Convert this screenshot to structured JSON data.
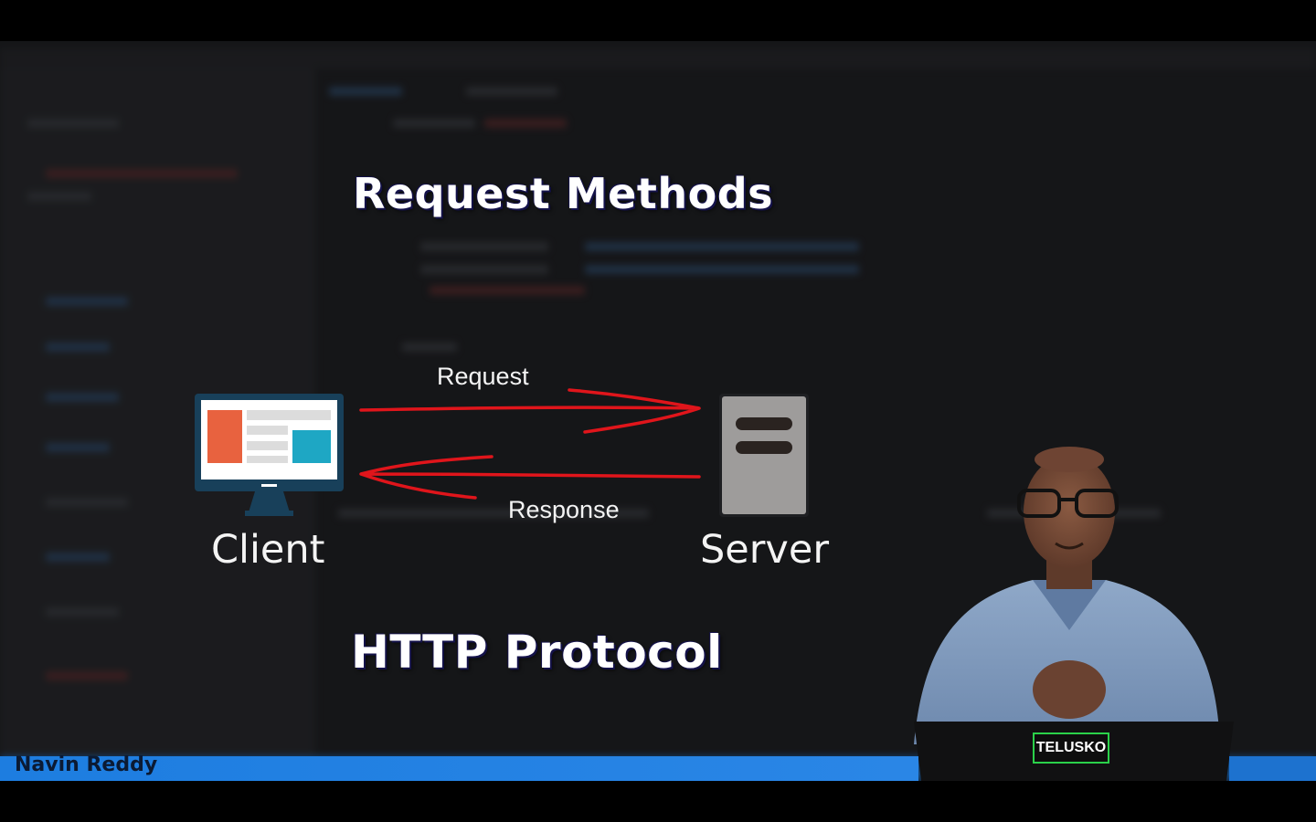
{
  "slide": {
    "title": "Request Methods",
    "subtitle": "HTTP Protocol"
  },
  "diagram": {
    "client_label": "Client",
    "server_label": "Server",
    "request_label": "Request",
    "response_label": "Response",
    "arrow_color": "#e0151b"
  },
  "presenter": {
    "name": "Navin Reddy",
    "laptop_logo": "TELUSKO"
  },
  "colors": {
    "status_bar": "#1d7de0",
    "monitor_frame": "#18405a",
    "monitor_accent_orange": "#e8623f",
    "monitor_accent_teal": "#1ea7c4",
    "server_body": "#9e9c9b"
  }
}
